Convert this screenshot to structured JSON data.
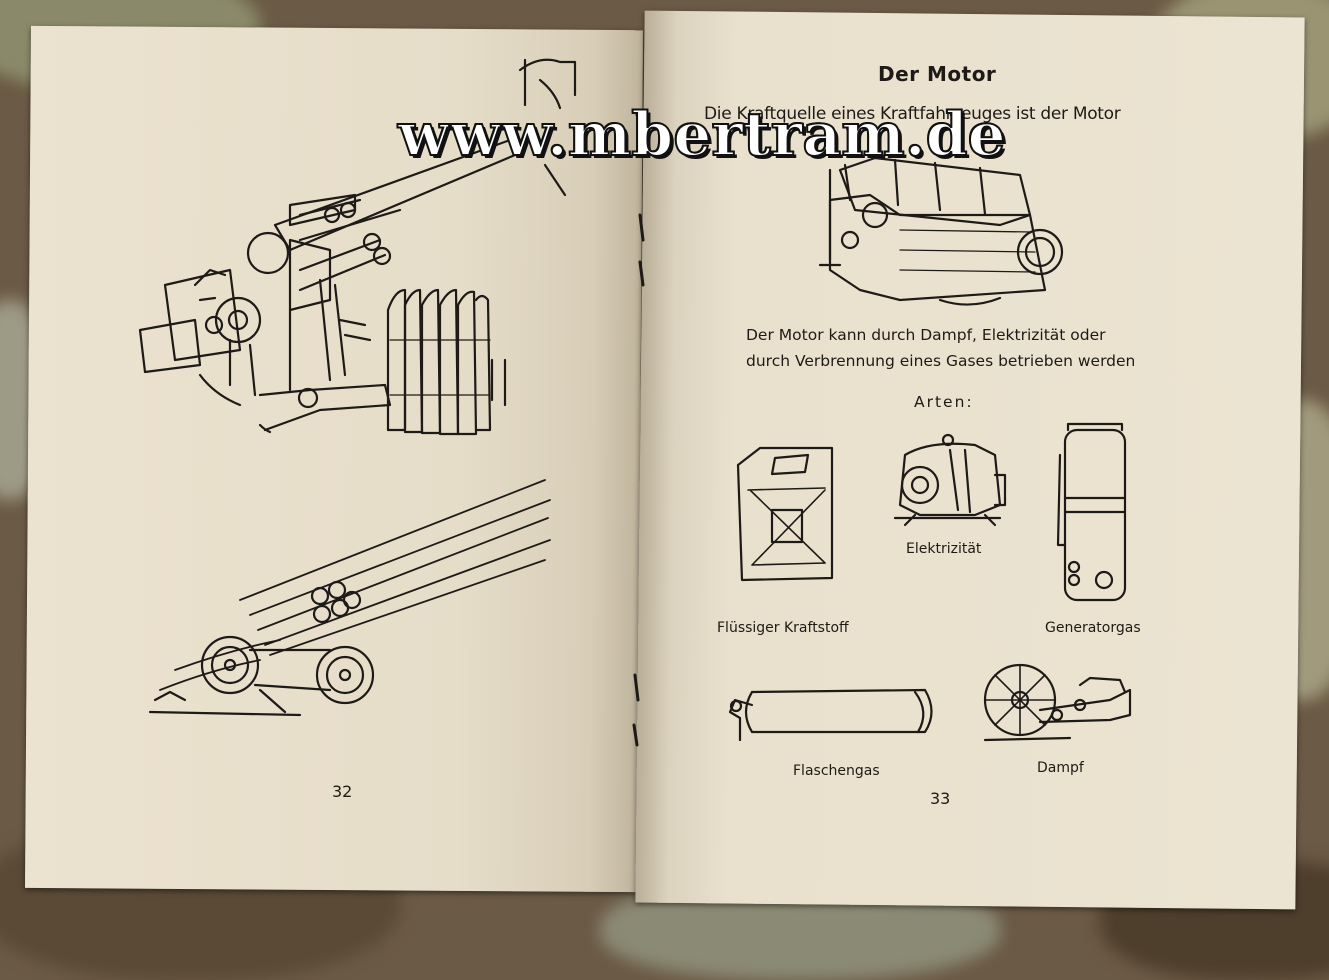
{
  "watermark": "www.mbertram.de",
  "left_page": {
    "page_number": "32"
  },
  "right_page": {
    "title": "Der Motor",
    "intro": "Die Kraftquelle eines Kraftfahrzeuges ist der Motor",
    "paragraph_line1": "Der Motor kann durch Dampf, Elektrizität oder",
    "paragraph_line2": "durch Verbrennung eines Gases betrieben werden",
    "types_heading": "Arten:",
    "labels": {
      "liquid_fuel": "Flüssiger Kraftstoff",
      "electricity": "Elektrizität",
      "generator_gas": "Generatorgas",
      "bottled_gas": "Flaschengas",
      "steam": "Dampf"
    },
    "page_number": "33"
  },
  "colors": {
    "paper": "#ebe2cf",
    "ink": "#1e1a17",
    "background": "#6b5a45"
  }
}
